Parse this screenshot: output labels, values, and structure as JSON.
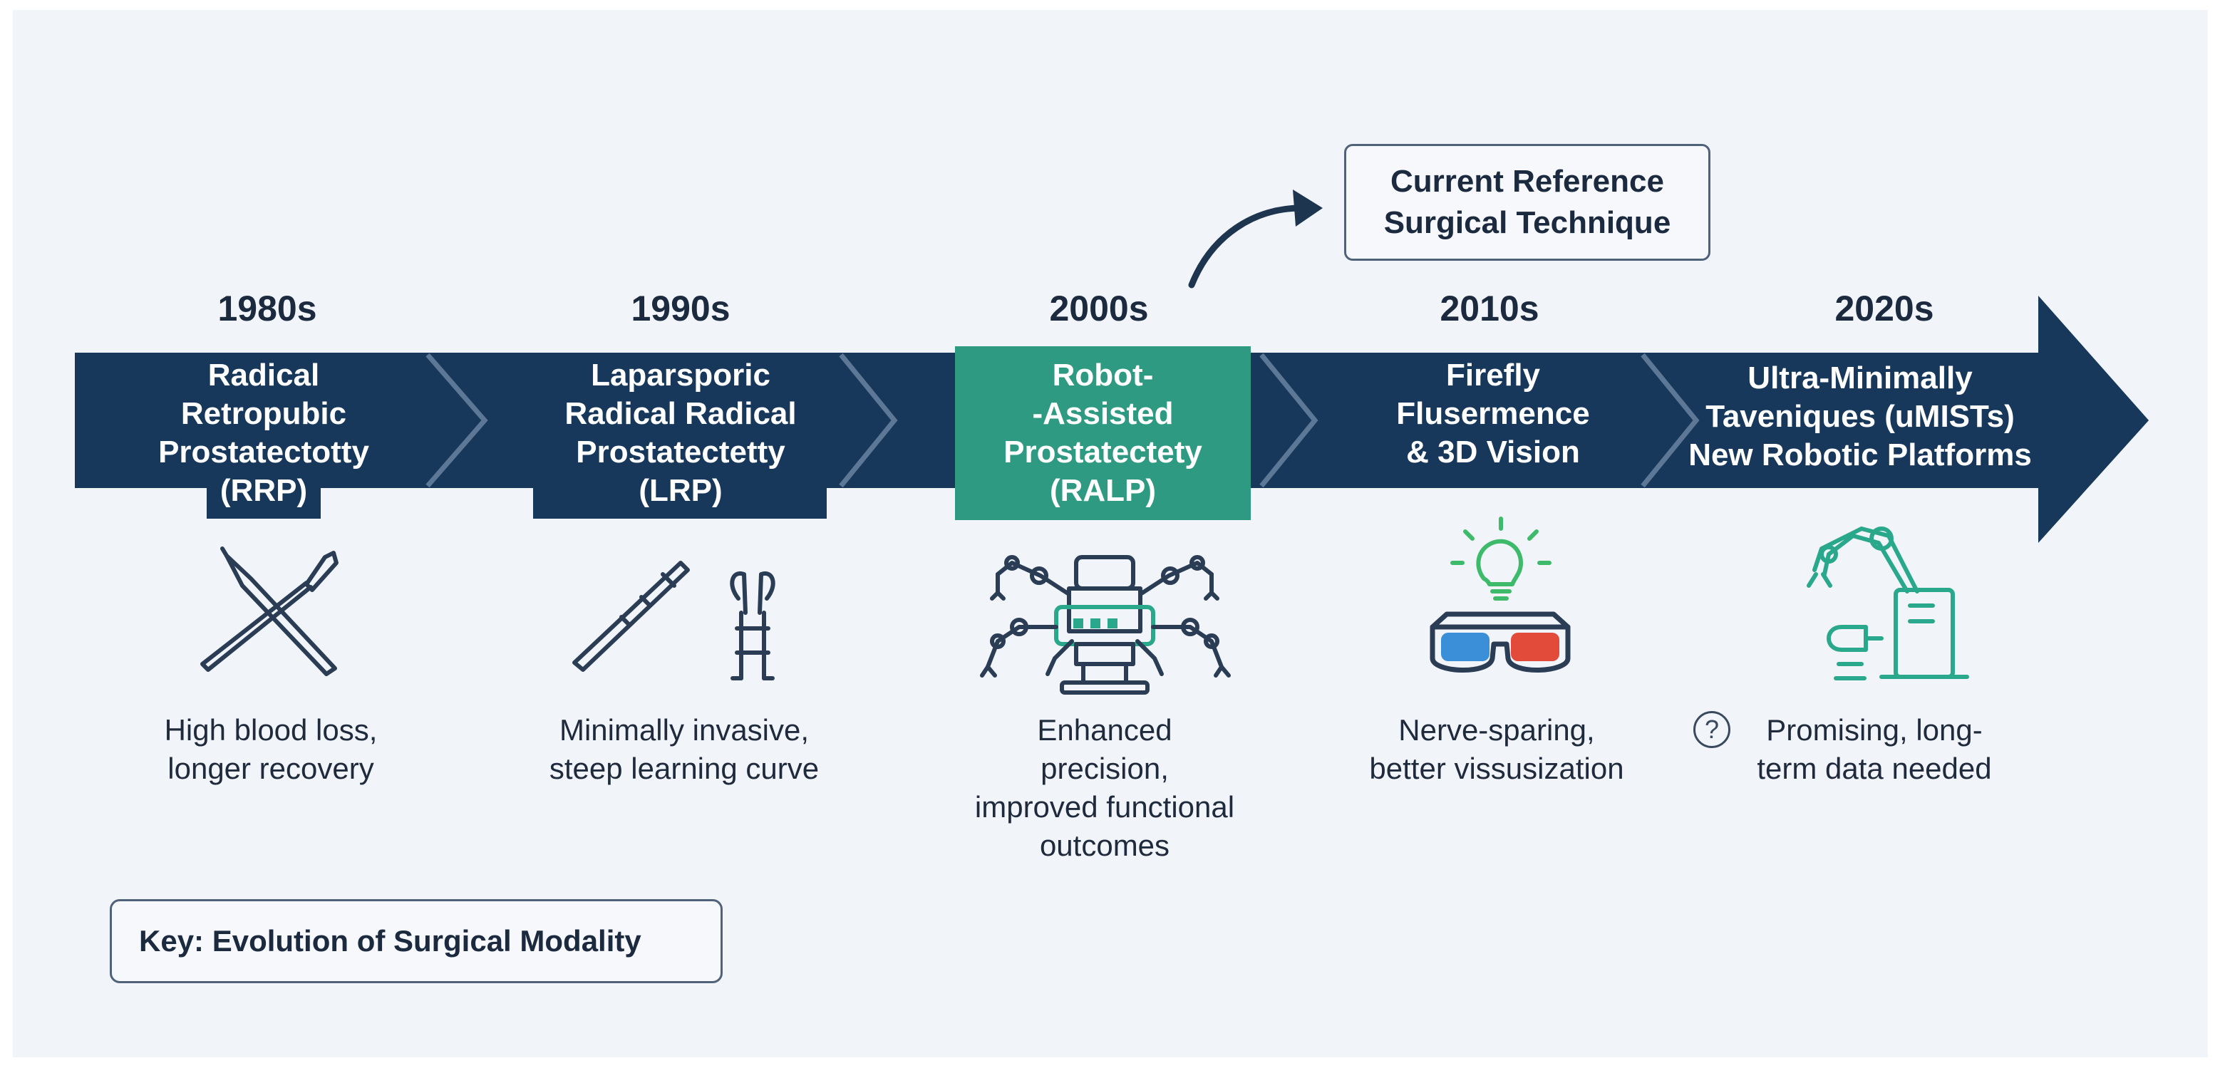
{
  "callout": {
    "text": "Current Reference\nSurgical Technique"
  },
  "key": {
    "text": "Key: Evolution of Surgical Modality"
  },
  "stages": [
    {
      "era": "1980s",
      "title": "Radical\nRetropubic\nProstatectotty\n(RRP)",
      "outcome": "High blood loss,\nlonger recovery",
      "icon": "scalpel-and-forceps-icon"
    },
    {
      "era": "1990s",
      "title": "Laparsporic\nRadical Radical\nProstatectetty\n(LRP)",
      "outcome": "Minimally invasive,\nsteep learning curve",
      "icon": "laparoscopic-instruments-icon"
    },
    {
      "era": "2000s",
      "title": "Robot-\n-Assisted\nProstatectety\n(RALP)",
      "outcome": "Enhanced\nprecision,\nimproved functional\noutcomes",
      "icon": "surgical-robot-icon"
    },
    {
      "era": "2010s",
      "title": "Firefly\nFlusermence\n& 3D Vision",
      "outcome": "Nerve-sparing,\nbetter vissusization",
      "icon": "lightbulb-3d-glasses-icon"
    },
    {
      "era": "2020s",
      "title": "Ultra-Minimally\nTaveniques (uMISTs)\nNew Robotic Platforms",
      "outcome": "Promising, long-\nterm data needed",
      "icon": "robotic-arm-icon"
    }
  ],
  "colors": {
    "arrow": "#17385a",
    "highlight": "#2f9a82",
    "icon_dark": "#2a3d55",
    "icon_teal": "#2aa88c",
    "icon_green": "#3dbb6a"
  }
}
